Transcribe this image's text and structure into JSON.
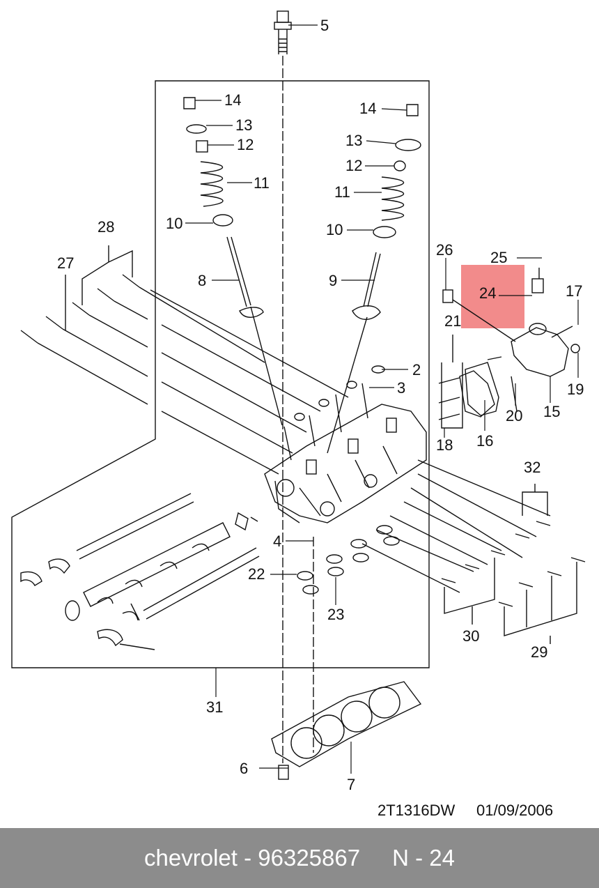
{
  "diagram": {
    "callouts": {
      "c2": "2",
      "c3": "3",
      "c4": "4",
      "c5": "5",
      "c6": "6",
      "c7": "7",
      "c8": "8",
      "c9": "9",
      "c10_left": "10",
      "c10_right": "10",
      "c11_left": "11",
      "c11_right": "11",
      "c12_left": "12",
      "c12_right": "12",
      "c13_left": "13",
      "c13_right": "13",
      "c14_left": "14",
      "c14_right": "14",
      "c15": "15",
      "c16": "16",
      "c17": "17",
      "c18": "18",
      "c19": "19",
      "c20": "20",
      "c21": "21",
      "c22": "22",
      "c23": "23",
      "c24": "24",
      "c25": "25",
      "c26": "26",
      "c27": "27",
      "c28": "28",
      "c29": "29",
      "c30": "30",
      "c31": "31",
      "c32": "32"
    },
    "highlighted_part": "24",
    "highlight_color": "#f28b8b",
    "drawing_code": "2T1316DW",
    "drawing_date": "01/09/2006"
  },
  "footer": {
    "brand_part": "chevrolet - 96325867",
    "page_ref": "N - 24",
    "background": "#8c8c8c"
  }
}
